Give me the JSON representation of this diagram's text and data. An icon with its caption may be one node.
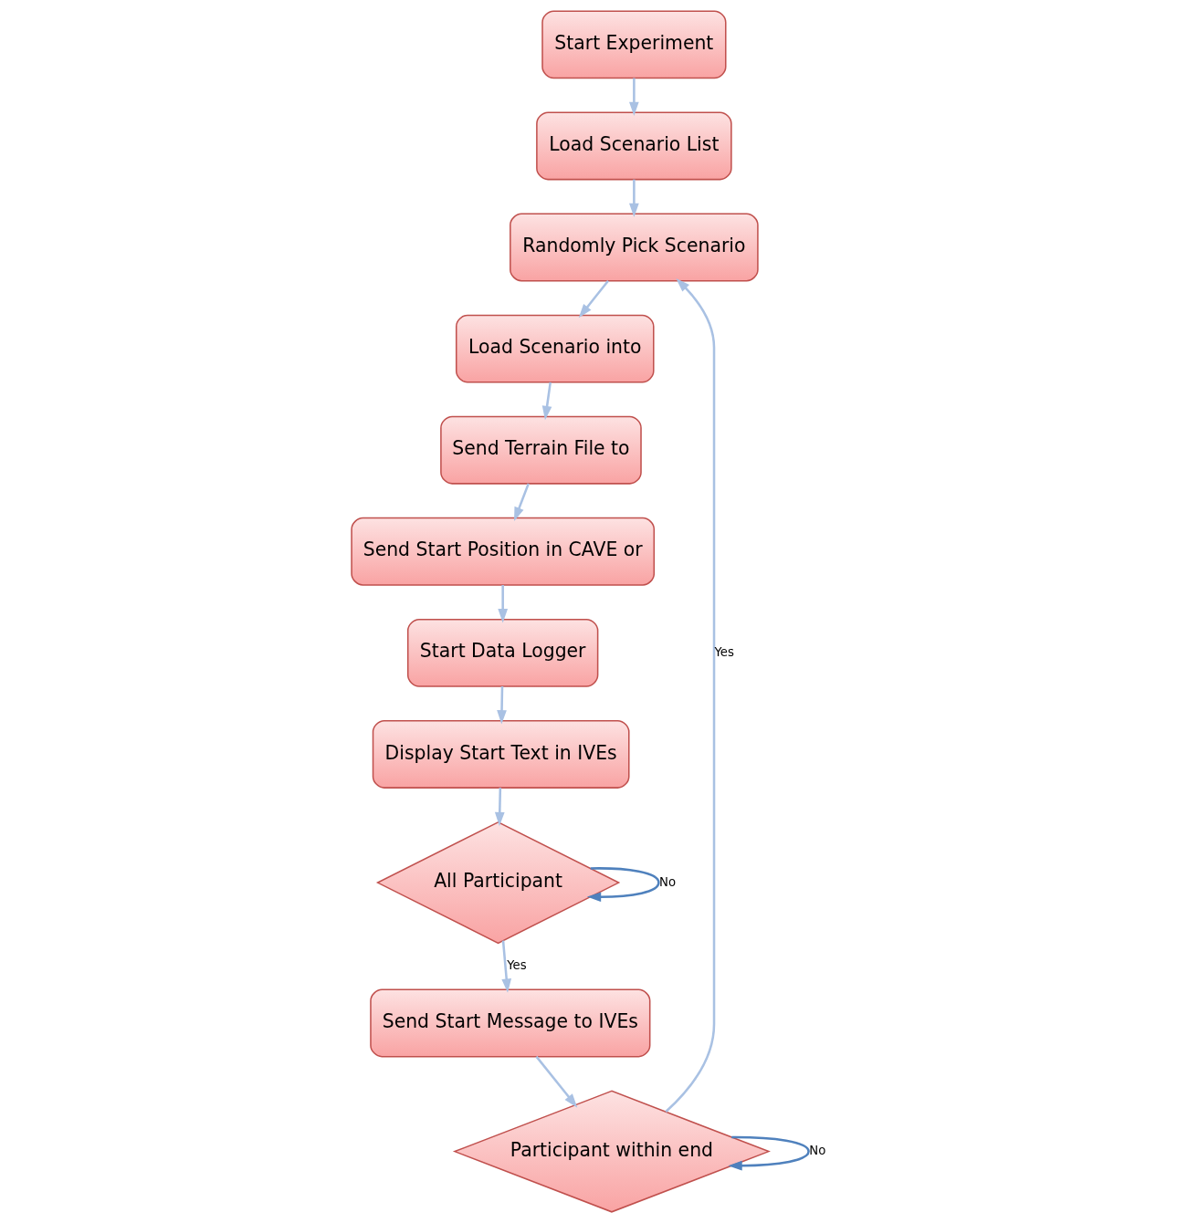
{
  "diagram": {
    "nodes": [
      {
        "text": [
          "Start Experiment"
        ]
      },
      {
        "text": [
          "Load Scenario List"
        ]
      },
      {
        "text": [
          "Randomly Pick Scenario"
        ]
      },
      {
        "text": [
          "Load Scenario into"
        ]
      },
      {
        "text": [
          "Send Terrain File to"
        ]
      },
      {
        "text": [
          "Send Start Position in CAVE or"
        ]
      },
      {
        "text": [
          "Start Data Logger"
        ]
      },
      {
        "text": [
          "Display Start Text in IVEs"
        ]
      },
      {
        "text": [
          "All Participant"
        ]
      },
      {
        "text": [
          "Send Start Message to IVEs"
        ]
      },
      {
        "text": [
          "Participant within end"
        ]
      }
    ],
    "edges": [
      {
        "from": 0,
        "to": 1,
        "arrow": "to"
      },
      {
        "from": 1,
        "to": 2,
        "arrow": "to"
      },
      {
        "from": 2,
        "to": 3,
        "arrow": "to"
      },
      {
        "from": 3,
        "to": 4,
        "arrow": "to"
      },
      {
        "from": 4,
        "to": 5,
        "arrow": "to"
      },
      {
        "from": 5,
        "to": 6,
        "arrow": "to"
      },
      {
        "from": 6,
        "to": 7,
        "arrow": "to"
      },
      {
        "from": 7,
        "to": 8,
        "arrow": "to"
      },
      {
        "from": 8,
        "to": 9,
        "arrow": "to",
        "label": "Yes"
      },
      {
        "from": 9,
        "to": 10,
        "arrow": "to"
      },
      {
        "from": 10,
        "to": 2,
        "arrow": "to",
        "label": "Yes"
      },
      {
        "from": 10,
        "to": 10,
        "arrow": "to",
        "label": "No",
        "color": "#4f81bd"
      },
      {
        "from": 8,
        "to": 8,
        "arrow": "to",
        "label": "No",
        "color": "#4f81bd"
      }
    ]
  }
}
